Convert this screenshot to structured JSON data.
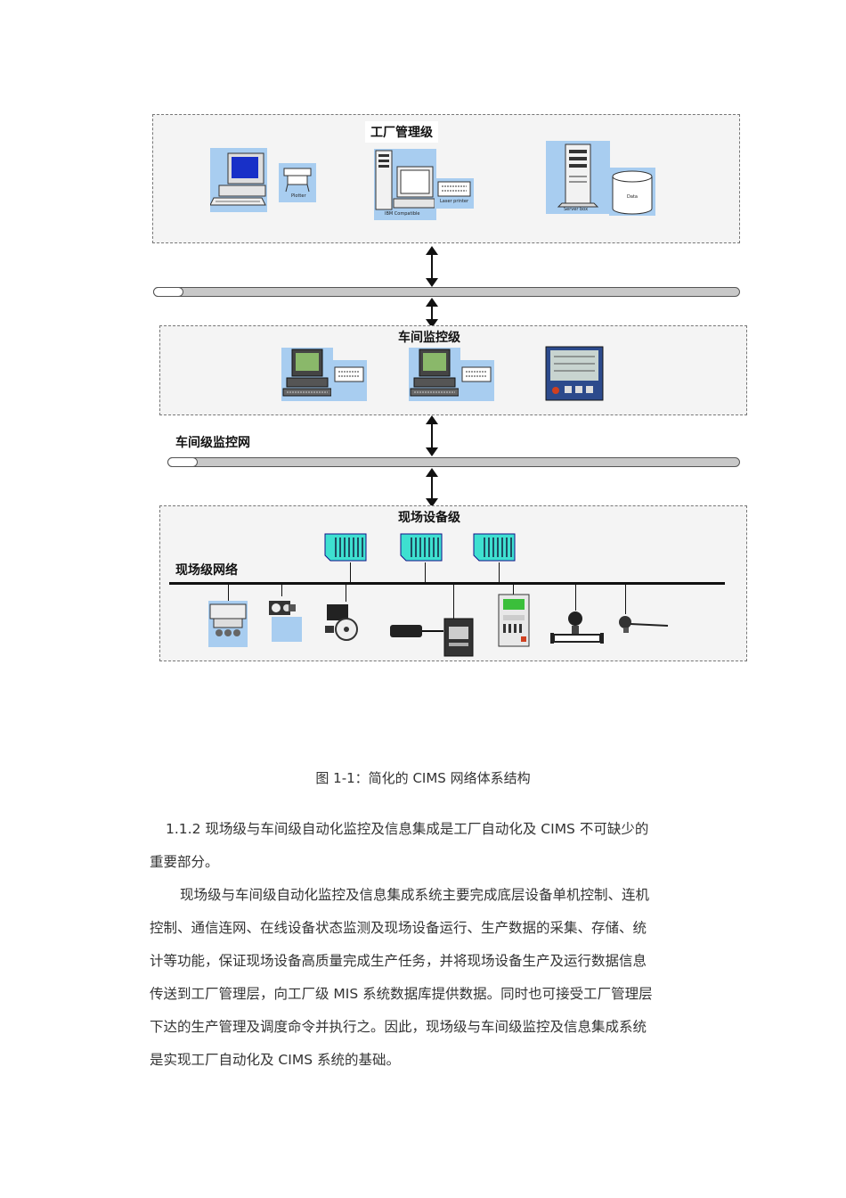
{
  "diagram": {
    "factory_level": {
      "title": "工厂管理级",
      "device_labels": [
        "Plotter",
        "IBM Compatible",
        "Laser printer",
        "Server box",
        "Data"
      ]
    },
    "workshop_level": {
      "title": "车间监控级"
    },
    "workshop_network": {
      "label": "车间级监控网"
    },
    "field_level": {
      "title": "现场设备级"
    },
    "field_network": {
      "label": "现场级网络"
    }
  },
  "caption": "图 1-1：简化的 CIMS 网络体系结构",
  "paragraphs": [
    {
      "lines": [
        "1.1.2 现场级与车间级自动化监控及信息集成是工厂自动化及 CIMS 不可缺少的",
        "重要部分。"
      ]
    },
    {
      "lines": [
        "现场级与车间级自动化监控及信息集成系统主要完成底层设备单机控制、连机",
        "控制、通信连网、在线设备状态监测及现场设备运行、生产数据的采集、存储、统",
        "计等功能，保证现场设备高质量完成生产任务，并将现场设备生产及运行数据信息",
        "传送到工厂管理层，向工厂级 MIS 系统数据库提供数据。同时也可接受工厂管理层",
        "下达的生产管理及调度命令并执行之。因此，现场级与车间级监控及信息集成系统",
        "是实现工厂自动化及 CIMS 系统的基础。"
      ]
    }
  ]
}
